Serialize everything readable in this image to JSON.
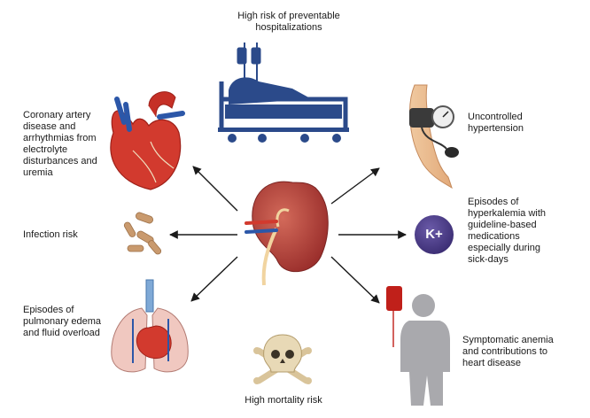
{
  "labels": {
    "hospitalizations": [
      "High risk of preventable",
      "hospitalizations"
    ],
    "coronary": [
      "Coronary artery",
      "disease and",
      "arrhythmias from",
      "electrolyte",
      "disturbances and",
      "uremia"
    ],
    "hypertension": [
      "Uncontrolled",
      "hypertension"
    ],
    "infection": [
      "Infection risk"
    ],
    "hyperkalemia": [
      "Episodes of",
      "hyperkalemia with",
      "guideline-based",
      "medications",
      "especially during",
      "sick-days"
    ],
    "pulmonary": [
      "Episodes of",
      "pulmonary edema",
      "and fluid overload"
    ],
    "anemia": [
      "Symptomatic anemia",
      "and contributions to",
      "heart disease"
    ],
    "mortality": [
      "High mortality risk"
    ]
  },
  "potassium_symbol": "K+",
  "icons": [
    "hospital-bed-icon",
    "heart-icon",
    "blood-pressure-cuff-icon",
    "bacteria-icon",
    "potassium-badge-icon",
    "lungs-icon",
    "blood-bag-person-icon",
    "skull-crossbones-icon",
    "kidney-icon"
  ],
  "colors": {
    "bed": "#2b4a8a",
    "heart": "#d23a2e",
    "kidney": "#b5413c",
    "potassium": "#4a3a85",
    "arrow": "#1a1a1a"
  }
}
